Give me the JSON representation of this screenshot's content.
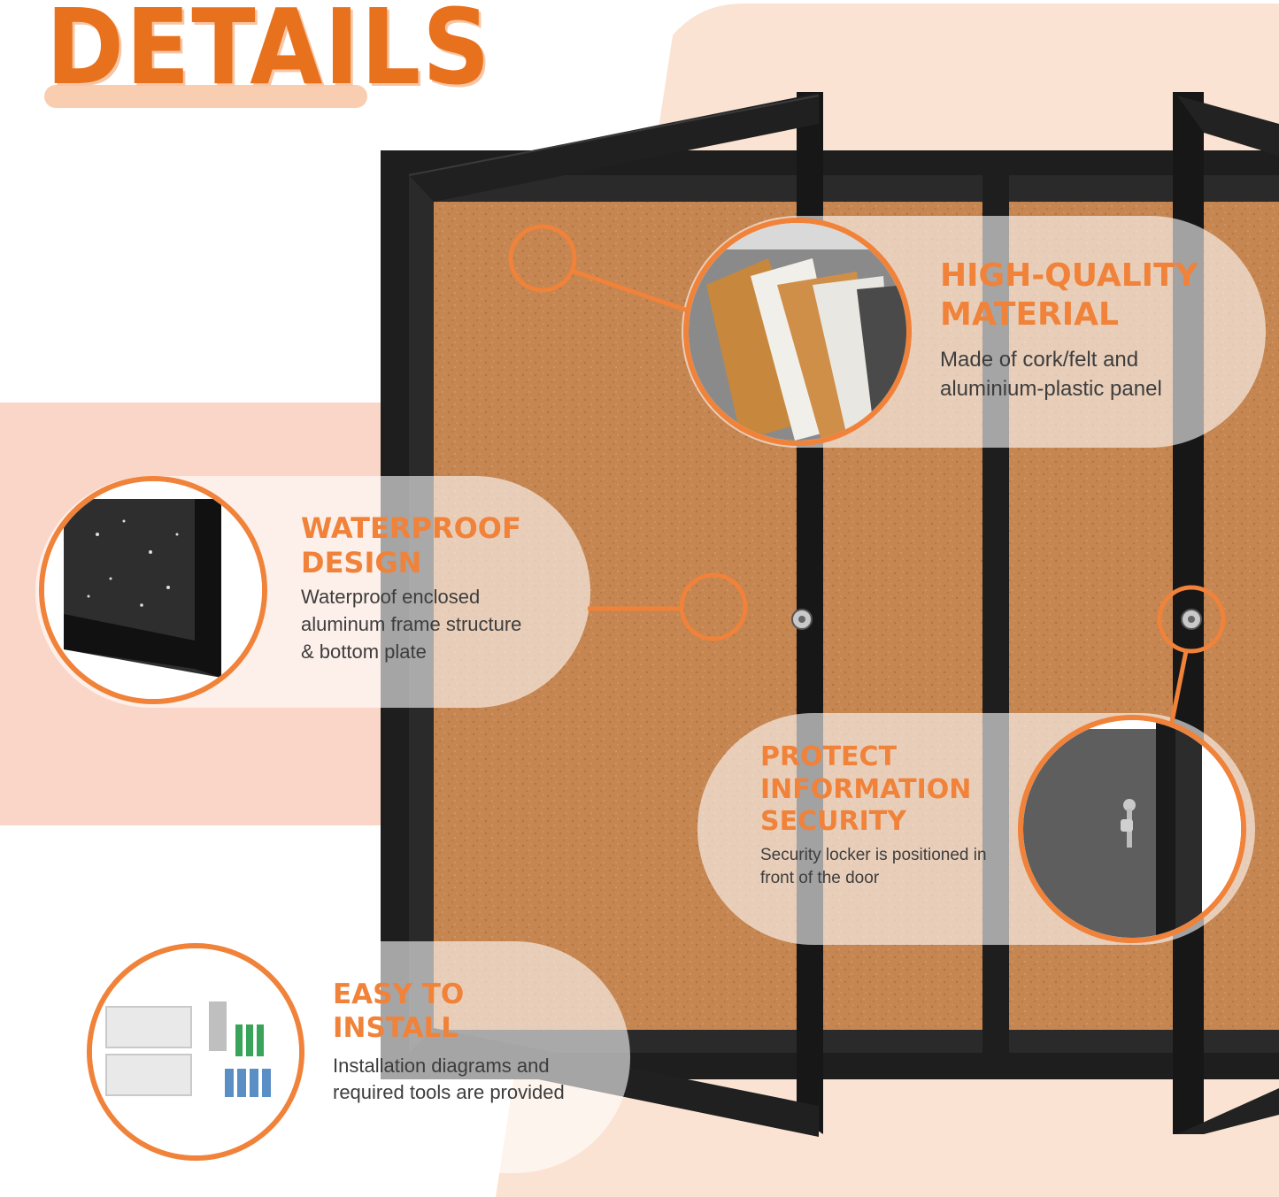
{
  "header": {
    "title": "DETAILS"
  },
  "colors": {
    "accent": "#f0823a",
    "cork": "#c9874e",
    "frame": "#1f1f1f",
    "text": "#3d3d3d"
  },
  "features": [
    {
      "id": "material",
      "title_line1": "HIGH-QUALITY",
      "title_line2": "MATERIAL",
      "desc_line1": "Made of cork/felt and",
      "desc_line2": "aluminium-plastic panel",
      "icon": "layered-panel-icon"
    },
    {
      "id": "waterproof",
      "title_line1": "WATERPROOF",
      "title_line2": "DESIGN",
      "desc_line1": "Waterproof enclosed",
      "desc_line2": "aluminum frame structure",
      "desc_line3": "& bottom plate",
      "icon": "water-droplets-frame-icon"
    },
    {
      "id": "security",
      "title_line1": "PROTECT",
      "title_line2": "INFORMATION",
      "title_line3": "SECURITY",
      "desc_line1": "Security locker is positioned in",
      "desc_line2": "front of the door",
      "icon": "lock-key-icon"
    },
    {
      "id": "install",
      "title_line1": "EASY TO",
      "title_line2": "INSTALL",
      "desc_line1": "Installation diagrams and",
      "desc_line2": "required tools are provided",
      "icon": "mounting-hardware-icon"
    }
  ]
}
